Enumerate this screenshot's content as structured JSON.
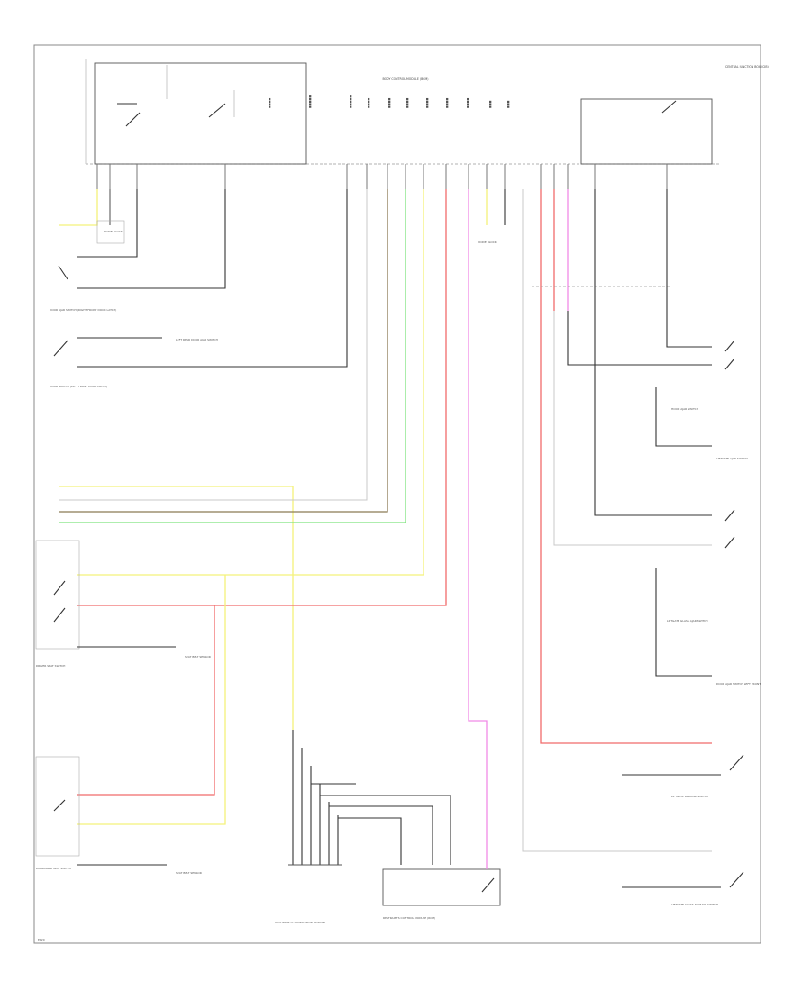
{
  "diagram": {
    "module_title": "BODY CONTROL MODULE (BCM)",
    "top_right_label": "CENTRAL JUNCTION BOX (CJB)",
    "bottom_left_label": "E120",
    "wire_colors": {
      "yellow": "#f4f27a",
      "green": "#7ee37e",
      "red": "#f06b6b",
      "pink": "#f08ae6",
      "brown": "#8b7a55",
      "black": "#333333",
      "grey": "#bdbdbd"
    },
    "left_labels": {
      "diode_block": "DIODE BLOCK",
      "door_ajar_switch": "DOOR AJAR SWITCH (RIGHT FRONT DOOR LATCH)",
      "left_rear_door_ajar": "LEFT REAR DOOR AJAR SWITCH",
      "door_switch_ref": "DOOR SWITCH (LEFT FRONT DOOR LATCH)",
      "driver_seat_switch": "DRIVER SEAT SWITCH",
      "passenger_seat_switch": "PASSENGER SEAT SWITCH",
      "seat_sensor_driver": "SEAT BELT SENSOR",
      "seat_sensor_passenger": "SEAT BELT SENSOR"
    },
    "right_labels": {
      "hood_ajar": "HOOD AJAR SWITCH",
      "liftgate_ajar": "LIFTGATE AJAR SWITCH",
      "liftgate_glass": "LIFTGATE GLASS AJAR SWITCH",
      "door_ajar_lf": "DOOR AJAR SWITCH LEFT FRONT",
      "liftgate_release": "LIFTGATE RELEASE SWITCH",
      "liftgate_glass_release": "LIFTGATE GLASS RELEASE SWITCH"
    },
    "bottom_labels": {
      "occupant_module": "OCCUPANT CLASSIFICATION MODULE",
      "restraints_module": "RESTRAINTS CONTROL MODULE (RCM)"
    }
  }
}
